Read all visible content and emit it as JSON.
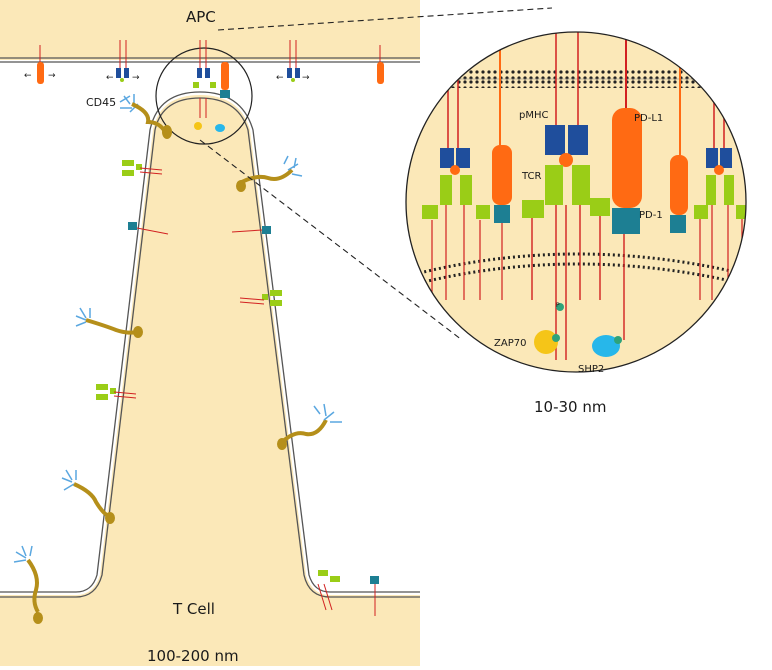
{
  "labels": {
    "apc": "APC",
    "tcell": "T Cell",
    "cd45": "CD45",
    "pmhc": "pMHC",
    "tcr": "TCR",
    "pdl1": "PD-L1",
    "pd1": "PD-1",
    "zap70": "ZAP70",
    "shp2": "SHP2",
    "phospho": "P"
  },
  "scales": {
    "overview": "100-200 nm",
    "zoom": "10-30 nm"
  },
  "colors": {
    "cytoplasm": "#fbe8b8",
    "membrane": "#555555",
    "mhc_blue": "#1f4e9c",
    "tcr_green": "#9acd17",
    "pdl1_orange": "#ff6a13",
    "pd1_teal": "#1d7f93",
    "zap70_yellow": "#f5c518",
    "shp2_cyan": "#27b7ea",
    "phospho_green": "#2fa37a",
    "cd45_brown": "#b58f1a",
    "cd45_glyco_blue": "#5aa7e0",
    "red_lines": "#d22020"
  }
}
